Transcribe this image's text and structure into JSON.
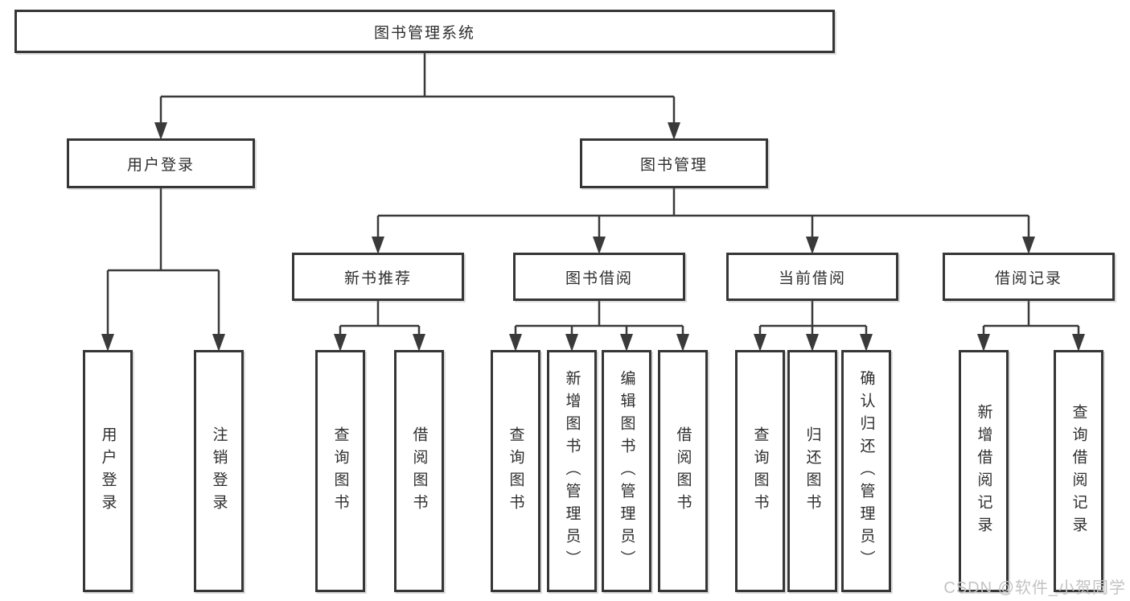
{
  "diagram": {
    "title": "图书管理系统",
    "branches": [
      {
        "label": "用户登录",
        "children": [
          "用户登录",
          "注销登录"
        ]
      },
      {
        "label": "图书管理",
        "modules": [
          {
            "label": "新书推荐",
            "children": [
              "查询图书",
              "借阅图书"
            ]
          },
          {
            "label": "图书借阅",
            "children": [
              "查询图书",
              "新增图书（管理员）",
              "编辑图书（管理员）",
              "借阅图书"
            ]
          },
          {
            "label": "当前借阅",
            "children": [
              "查询图书",
              "归还图书",
              "确认归还（管理员）"
            ]
          },
          {
            "label": "借阅记录",
            "children": [
              "新增借阅记录",
              "查询借阅记录"
            ]
          }
        ]
      }
    ]
  },
  "watermark": {
    "text": "CSDN @软件_小贺同学"
  },
  "colors": {
    "line": "#3a3a3a",
    "box_border": "#363636",
    "text": "#2e2e2e",
    "watermark": "#c3c3c3",
    "background": "#ffffff"
  }
}
